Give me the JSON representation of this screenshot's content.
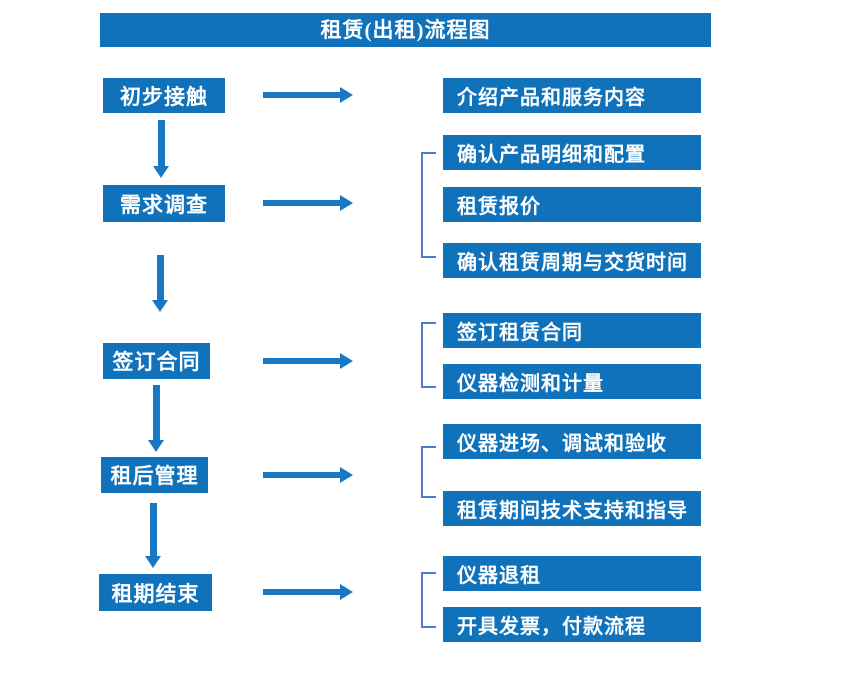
{
  "title": "租赁(出租)流程图",
  "colors": {
    "box_fill": "#0f72ba",
    "arrow": "#1878c6",
    "bracket": "#4b7fc1",
    "box_text": "#ffffff",
    "background": "#ffffff"
  },
  "steps": [
    {
      "label": "初步接触",
      "outputs": [
        "介绍产品和服务内容"
      ]
    },
    {
      "label": "需求调查",
      "outputs": [
        "确认产品明细和配置",
        "租赁报价",
        "确认租赁周期与交货时间"
      ]
    },
    {
      "label": "签订合同",
      "outputs": [
        "签订租赁合同",
        "仪器检测和计量"
      ]
    },
    {
      "label": "租后管理",
      "outputs": [
        "仪器进场、调试和验收",
        "租赁期间技术支持和指导"
      ]
    },
    {
      "label": "租期结束",
      "outputs": [
        "仪器退租",
        "开具发票，付款流程"
      ]
    }
  ]
}
